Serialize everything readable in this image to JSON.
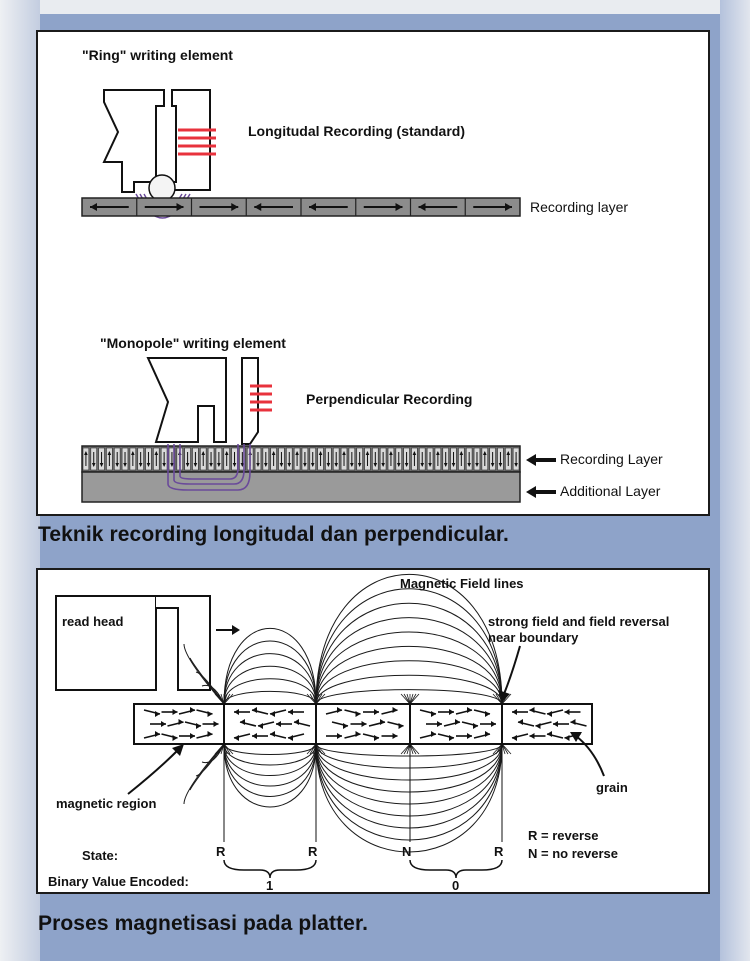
{
  "panel1": {
    "ring_label": "\"Ring\" writing element",
    "longitudinal_label": "Longitudal Recording (standard)",
    "recording_layer_label": "Recording layer",
    "monopole_label": "\"Monopole\" writing element",
    "perpendicular_label": "Perpendicular Recording",
    "perp_recording_layer_label": "Recording Layer",
    "additional_layer_label": "Additional Layer"
  },
  "caption1": "Teknik recording longitudal dan perpendicular.",
  "panel2": {
    "field_lines_label": "Magnetic Field lines",
    "read_head_label": "read head",
    "strong_field_label_1": "strong field and field reversal",
    "strong_field_label_2": "near boundary",
    "magnetic_region_label": "magnetic region",
    "grain_label": "grain",
    "state_label": "State:",
    "binary_label": "Binary Value Encoded:",
    "states": [
      "R",
      "R",
      "N",
      "R"
    ],
    "binary_values": [
      "1",
      "0"
    ],
    "legend_r": "R = reverse",
    "legend_n": "N = no reverse"
  },
  "caption2": "Proses magnetisasi pada platter.",
  "colors": {
    "coil": "#e8323c",
    "field_line": "#6a4a9a",
    "layer": "#8c8c8c"
  }
}
